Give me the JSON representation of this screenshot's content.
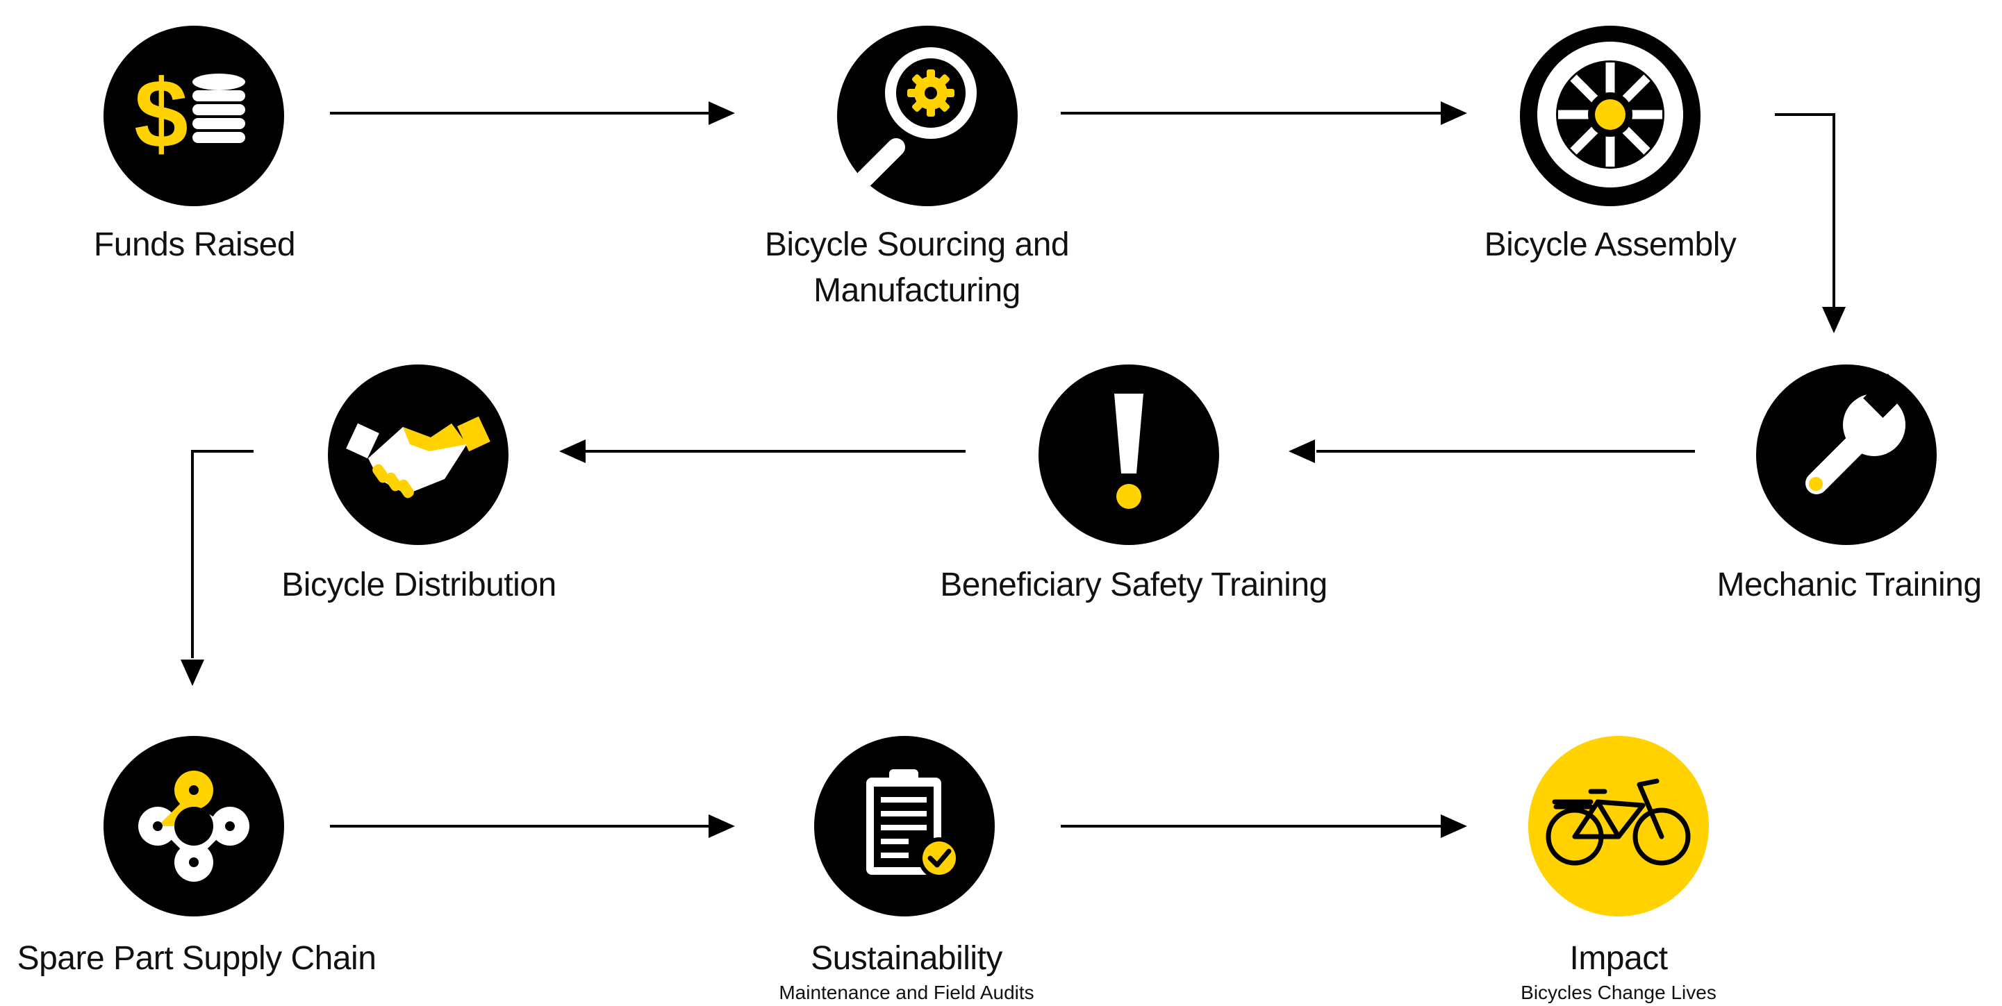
{
  "steps": {
    "funds": {
      "title": "Funds Raised",
      "icon": "money-coins-icon"
    },
    "sourcing": {
      "title_line1": "Bicycle Sourcing and",
      "title_line2": "Manufacturing",
      "icon": "magnifier-gear-icon"
    },
    "assembly": {
      "title": "Bicycle Assembly",
      "icon": "wheel-icon"
    },
    "mechanic": {
      "title": "Mechanic Training",
      "icon": "wrench-icon"
    },
    "safety": {
      "title": "Beneficiary Safety Training",
      "icon": "exclamation-icon"
    },
    "distribution": {
      "title": "Bicycle Distribution",
      "icon": "handshake-icon"
    },
    "spare_parts": {
      "title": "Spare Part Supply Chain",
      "icon": "chain-link-icon"
    },
    "sustainability": {
      "title": "Sustainability",
      "subtitle": "Maintenance and Field Audits",
      "icon": "clipboard-check-icon"
    },
    "impact": {
      "title": "Impact",
      "subtitle": "Bicycles Change Lives",
      "icon": "bicycle-icon"
    }
  },
  "colors": {
    "circle": "#000000",
    "accent": "#ffd200",
    "icon_light": "#ffffff",
    "arrow": "#000000"
  }
}
